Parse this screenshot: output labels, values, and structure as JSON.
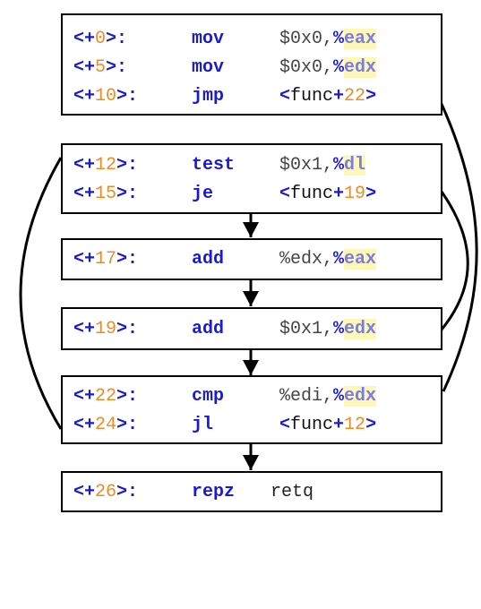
{
  "blocks": [
    {
      "lines": [
        {
          "prefix": "<+",
          "offset": "0",
          "suffix": ">:",
          "mnemonic": "mov",
          "src": "$0x0,",
          "reg_pct": "%",
          "reg": "eax"
        },
        {
          "prefix": "<+",
          "offset": "5",
          "suffix": ">:",
          "mnemonic": "mov",
          "src": "$0x0,",
          "reg_pct": "%",
          "reg": "edx"
        },
        {
          "prefix": "<+",
          "offset": "10",
          "suffix": ">:",
          "mnemonic": "jmp",
          "target_lt": "<",
          "target_name": "func",
          "target_plus": "+",
          "target_num": "22",
          "target_gt": ">"
        }
      ]
    },
    {
      "lines": [
        {
          "prefix": "<+",
          "offset": "12",
          "suffix": ">:",
          "mnemonic": "test",
          "src": "$0x1,",
          "reg_pct": "%",
          "reg": "dl"
        },
        {
          "prefix": "<+",
          "offset": "15",
          "suffix": ">:",
          "mnemonic": "je",
          "target_lt": "<",
          "target_name": "func",
          "target_plus": "+",
          "target_num": "19",
          "target_gt": ">"
        }
      ]
    },
    {
      "lines": [
        {
          "prefix": "<+",
          "offset": "17",
          "suffix": ">:",
          "mnemonic": "add",
          "src": "%edx,",
          "reg_pct": "%",
          "reg": "eax"
        }
      ]
    },
    {
      "lines": [
        {
          "prefix": "<+",
          "offset": "19",
          "suffix": ">:",
          "mnemonic": "add",
          "src": "$0x1,",
          "reg_pct": "%",
          "reg": "edx"
        }
      ]
    },
    {
      "lines": [
        {
          "prefix": "<+",
          "offset": "22",
          "suffix": ">:",
          "mnemonic": "cmp",
          "src": "%edi,",
          "reg_pct": "%",
          "reg": "edx"
        },
        {
          "prefix": "<+",
          "offset": "24",
          "suffix": ">:",
          "mnemonic": "jl",
          "target_lt": "<",
          "target_name": "func",
          "target_plus": "+",
          "target_num": "12",
          "target_gt": ">"
        }
      ]
    },
    {
      "lines": [
        {
          "prefix": "<+",
          "offset": "26",
          "suffix": ">:",
          "mnemonic": "repz",
          "plain": "retq"
        }
      ]
    }
  ],
  "colors": {
    "keyword": "#1a1ad6",
    "number": "#f08a24",
    "register": "#7a7ae8",
    "register_highlight": "#fdf7b8",
    "border": "#000000"
  }
}
